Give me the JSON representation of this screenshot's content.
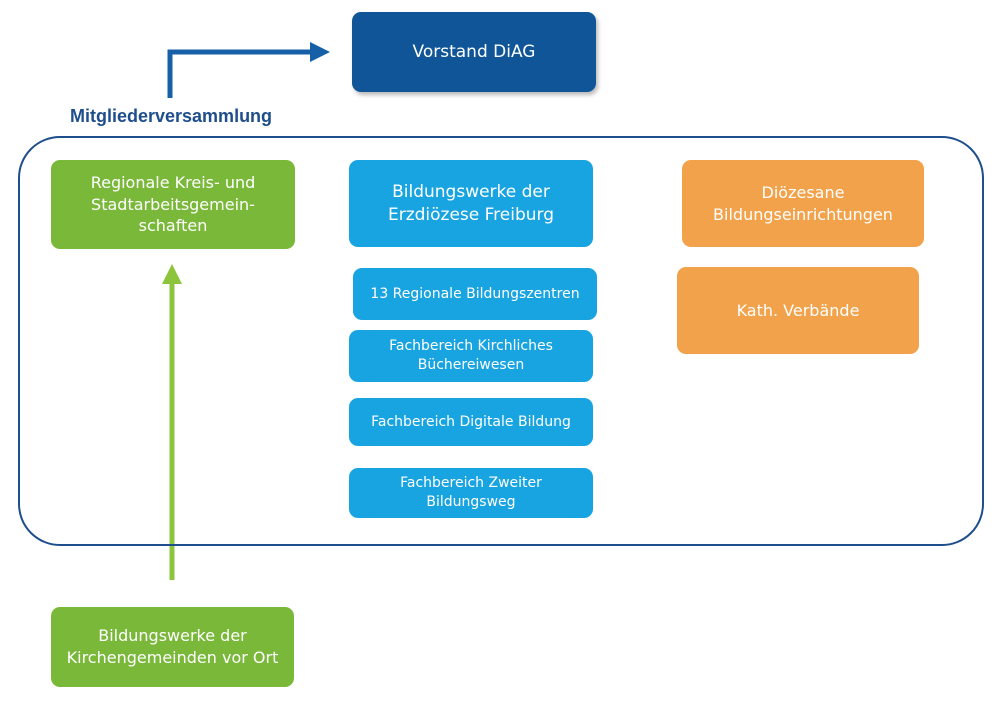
{
  "colors": {
    "board": "#0f5597",
    "assembly_border": "#1f4e8c",
    "green": "#7ab83a",
    "green_arrow": "#8cc43c",
    "blue": "#18a4e0",
    "orange": "#f2a24a",
    "board_arrow": "#1660a8"
  },
  "board": {
    "label": "Vorstand DiAG"
  },
  "assembly": {
    "label": "Mitgliederversammlung"
  },
  "regional": {
    "label": "Regionale Kreis- und\nStadtarbeitsgemein-\nschaften"
  },
  "local": {
    "label": "Bildungswerke der\nKirchengemeinden vor Ort"
  },
  "bildungswerke": {
    "label": "Bildungswerke der\nErzdiözese Freiburg",
    "items": [
      {
        "label": "13 Regionale Bildungszentren"
      },
      {
        "label": "Fachbereich Kirchliches\nBüchereiwesen"
      },
      {
        "label": "Fachbereich Digitale Bildung"
      },
      {
        "label": "Fachbereich Zweiter\nBildungsweg"
      }
    ]
  },
  "orange": {
    "items": [
      {
        "label": "Diözesane\nBildungseinrichtungen"
      },
      {
        "label": "Kath. Verbände"
      }
    ]
  },
  "icons": {
    "board_arrow": "elbow-arrow-right-icon",
    "green_arrow": "arrow-up-icon"
  }
}
